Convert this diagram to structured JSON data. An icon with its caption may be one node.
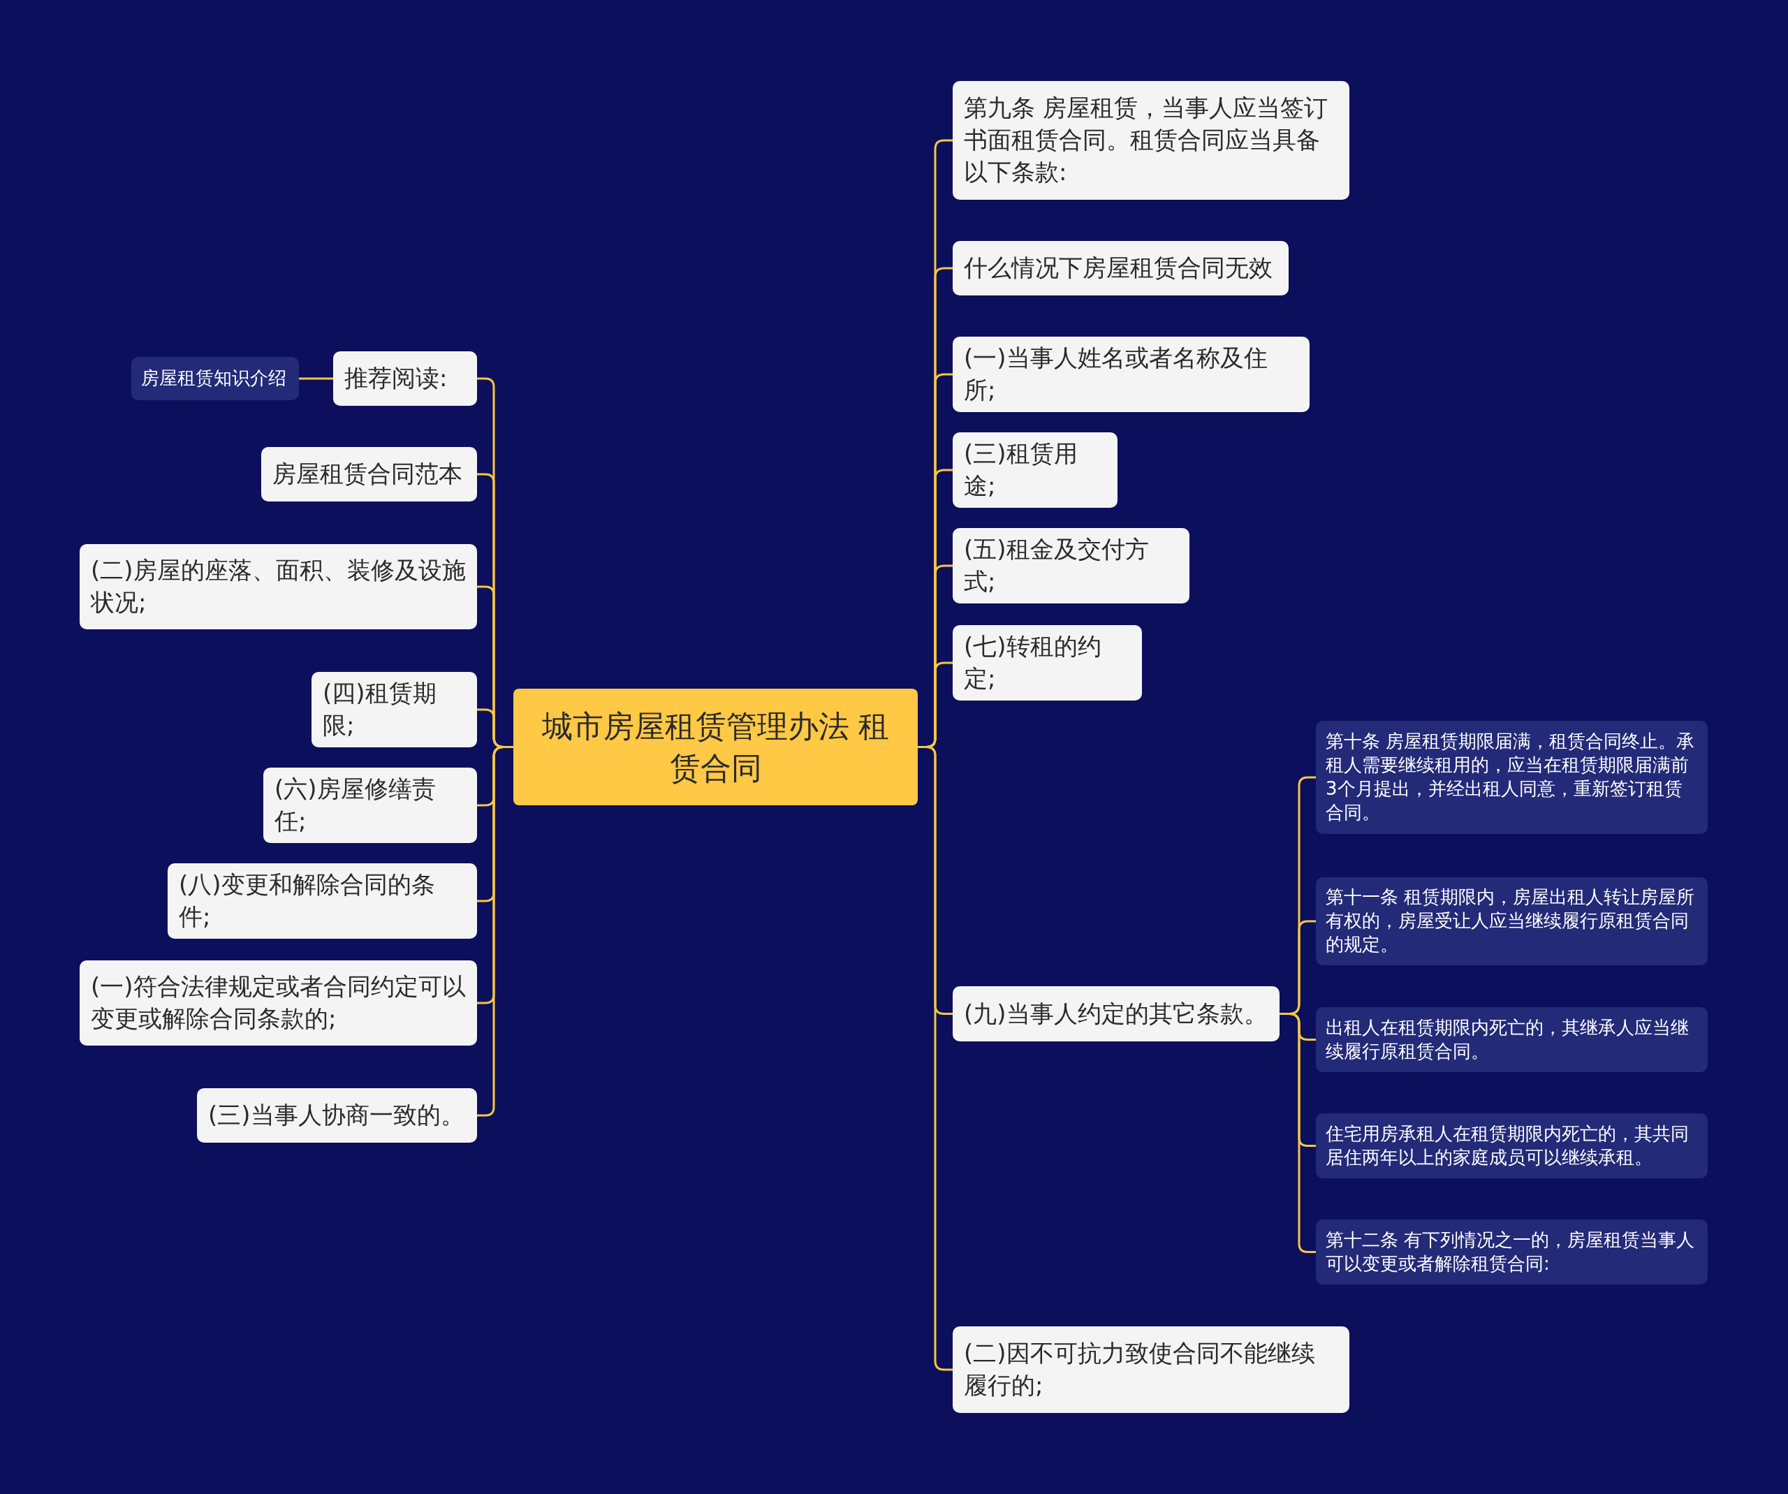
{
  "diagram": {
    "nodes": [
      {
        "text": [
          "城市房屋租赁管理办法 租赁合同"
        ]
      },
      {
        "text": [
          "推荐阅读:"
        ]
      },
      {
        "text": [
          "房屋租赁知识介绍"
        ]
      },
      {
        "text": [
          "房屋租赁合同范本"
        ]
      },
      {
        "text": [
          "(二)房屋的座落、面积、装修及设施状况;"
        ]
      },
      {
        "text": [
          "(四)租赁期限;"
        ]
      },
      {
        "text": [
          "(六)房屋修缮责任;"
        ]
      },
      {
        "text": [
          "(八)变更和解除合同的条件;"
        ]
      },
      {
        "text": [
          "(一)符合法律规定或者合同约定可以变更或解除合同条款的;"
        ]
      },
      {
        "text": [
          "(三)当事人协商一致的。"
        ]
      },
      {
        "text": [
          "第九条 房屋租赁，当事人应当签订书面租赁合同。租赁合同应当具备以下条款:"
        ]
      },
      {
        "text": [
          "什么情况下房屋租赁合同无效"
        ]
      },
      {
        "text": [
          "(一)当事人姓名或者名称及住所;"
        ]
      },
      {
        "text": [
          "(三)租赁用途;"
        ]
      },
      {
        "text": [
          "(五)租金及交付方式;"
        ]
      },
      {
        "text": [
          "(七)转租的约定;"
        ]
      },
      {
        "text": [
          "(九)当事人约定的其它条款。"
        ]
      },
      {
        "text": [
          "第十条 房屋租赁期限届满，租赁合同终止。承租人需要继续租用的，应当在租赁期限届满前3个月提出，并经出租人同意，重新签订租赁合同。"
        ]
      },
      {
        "text": [
          "第十一条 租赁期限内，房屋出租人转让房屋所有权的，房屋受让人应当继续履行原租赁合同的规定。"
        ]
      },
      {
        "text": [
          "出租人在租赁期限内死亡的，其继承人应当继续履行原租赁合同。"
        ]
      },
      {
        "text": [
          "住宅用房承租人在租赁期限内死亡的，其共同居住两年以上的家庭成员可以继续承租。"
        ]
      },
      {
        "text": [
          "第十二条 有下列情况之一的，房屋租赁当事人可以变更或者解除租赁合同:"
        ]
      },
      {
        "text": [
          "(二)因不可抗力致使合同不能继续履行的;"
        ]
      }
    ],
    "edges": [
      {
        "from": 0,
        "to": 1,
        "arrow": "none"
      },
      {
        "from": 1,
        "to": 2,
        "arrow": "none"
      },
      {
        "from": 0,
        "to": 3,
        "arrow": "none"
      },
      {
        "from": 0,
        "to": 4,
        "arrow": "none"
      },
      {
        "from": 0,
        "to": 5,
        "arrow": "none"
      },
      {
        "from": 0,
        "to": 6,
        "arrow": "none"
      },
      {
        "from": 0,
        "to": 7,
        "arrow": "none"
      },
      {
        "from": 0,
        "to": 8,
        "arrow": "none"
      },
      {
        "from": 0,
        "to": 9,
        "arrow": "none"
      },
      {
        "from": 0,
        "to": 10,
        "arrow": "none"
      },
      {
        "from": 0,
        "to": 11,
        "arrow": "none"
      },
      {
        "from": 0,
        "to": 12,
        "arrow": "none"
      },
      {
        "from": 0,
        "to": 13,
        "arrow": "none"
      },
      {
        "from": 0,
        "to": 14,
        "arrow": "none"
      },
      {
        "from": 0,
        "to": 15,
        "arrow": "none"
      },
      {
        "from": 0,
        "to": 16,
        "arrow": "none"
      },
      {
        "from": 16,
        "to": 17,
        "arrow": "none"
      },
      {
        "from": 16,
        "to": 18,
        "arrow": "none"
      },
      {
        "from": 16,
        "to": 19,
        "arrow": "none"
      },
      {
        "from": 16,
        "to": 20,
        "arrow": "none"
      },
      {
        "from": 16,
        "to": 21,
        "arrow": "none"
      },
      {
        "from": 0,
        "to": 22,
        "arrow": "none"
      }
    ]
  }
}
